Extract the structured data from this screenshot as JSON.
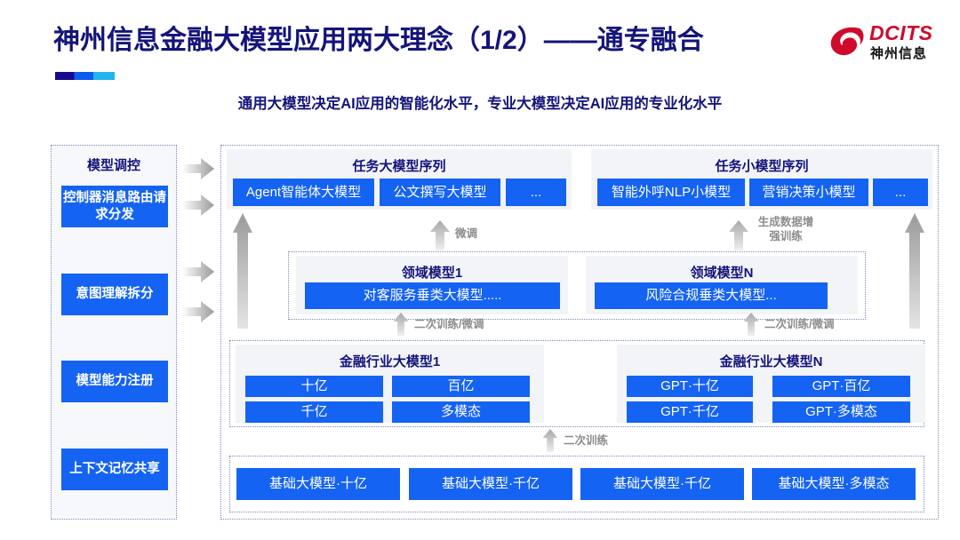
{
  "header": {
    "title": "神州信息金融大模型应用两大理念（1/2）——通专融合",
    "subtitle": "通用大模型决定AI应用的智能化水平，专业大模型决定AI应用的专业化水平",
    "logo_en": "DCITS",
    "logo_cn": "神州信息",
    "accent_navy": "#14147a",
    "accent_blue": "#1463f3",
    "accent_red": "#cf0a2c"
  },
  "sidebar": {
    "title": "模型调控",
    "items": [
      {
        "label": "控制器消息路由请求分发"
      },
      {
        "label": "意图理解拆分"
      },
      {
        "label": "模型能力注册"
      },
      {
        "label": "上下文记忆共享"
      }
    ]
  },
  "diagram": {
    "task_large": {
      "title": "任务大模型序列",
      "items": [
        "Agent智能体大模型",
        "公文撰写大模型",
        "..."
      ]
    },
    "task_small": {
      "title": "任务小模型序列",
      "items": [
        "智能外呼NLP小模型",
        "营销决策小模型",
        "..."
      ]
    },
    "domain_models": [
      {
        "title": "领域模型1",
        "item": "对客服务垂类大模型....."
      },
      {
        "title": "领域模型N",
        "item": "风险合规垂类大模型..."
      }
    ],
    "industry_models": [
      {
        "title": "金融行业大模型1",
        "items": [
          "十亿",
          "百亿",
          "千亿",
          "多模态"
        ]
      },
      {
        "title": "金融行业大模型N",
        "items": [
          "GPT·十亿",
          "GPT·百亿",
          "GPT·千亿",
          "GPT·多模态"
        ]
      }
    ],
    "base_models": [
      "基础大模型·十亿",
      "基础大模型·千亿",
      "基础大模型·千亿",
      "基础大模型·多模态"
    ],
    "arrow_labels": {
      "fine_tune": "微调",
      "data_aug": "生成数据增强训练",
      "retrain_finetune_left": "二次训练/微调",
      "retrain_finetune_right": "二次训练/微调",
      "retrain": "二次训练"
    }
  }
}
